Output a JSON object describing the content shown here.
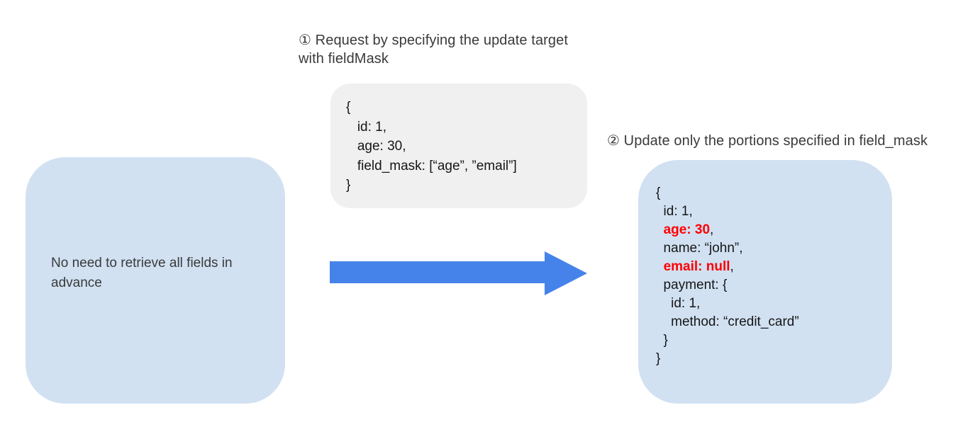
{
  "colors": {
    "box_blue": "#d1e1f2",
    "box_gray": "#f0f0f0",
    "arrow_blue": "#4583ea",
    "highlight_red": "#ff0000",
    "label_text": "#3a3a3a",
    "code_text": "#161616"
  },
  "labels": {
    "request": {
      "lines": [
        "① Request by specifying the update target",
        "with fieldMask"
      ]
    },
    "update": {
      "text": "② Update only the portions specified in field_mask"
    }
  },
  "note": {
    "lines": [
      "No need to retrieve all fields in",
      "advance"
    ]
  },
  "request_code": {
    "lines": [
      [
        {
          "t": "{"
        }
      ],
      [
        {
          "t": "   id: 1,"
        }
      ],
      [
        {
          "t": "   age: 30,"
        }
      ],
      [
        {
          "t": "   field_mask: [“age”, ”email”]"
        }
      ],
      [
        {
          "t": "}"
        }
      ]
    ]
  },
  "result_code": {
    "lines": [
      [
        {
          "t": "{"
        }
      ],
      [
        {
          "t": "  id: 1,"
        }
      ],
      [
        {
          "t": "  "
        },
        {
          "t": "age: 30",
          "hl": true
        },
        {
          "t": ","
        }
      ],
      [
        {
          "t": "  name: “john”,"
        }
      ],
      [
        {
          "t": "  "
        },
        {
          "t": "email: null",
          "hl": true
        },
        {
          "t": ","
        }
      ],
      [
        {
          "t": "  payment: {"
        }
      ],
      [
        {
          "t": "    id: 1,"
        }
      ],
      [
        {
          "t": "    method: “credit_card”"
        }
      ],
      [
        {
          "t": "  }"
        }
      ],
      [
        {
          "t": "}"
        }
      ]
    ]
  }
}
